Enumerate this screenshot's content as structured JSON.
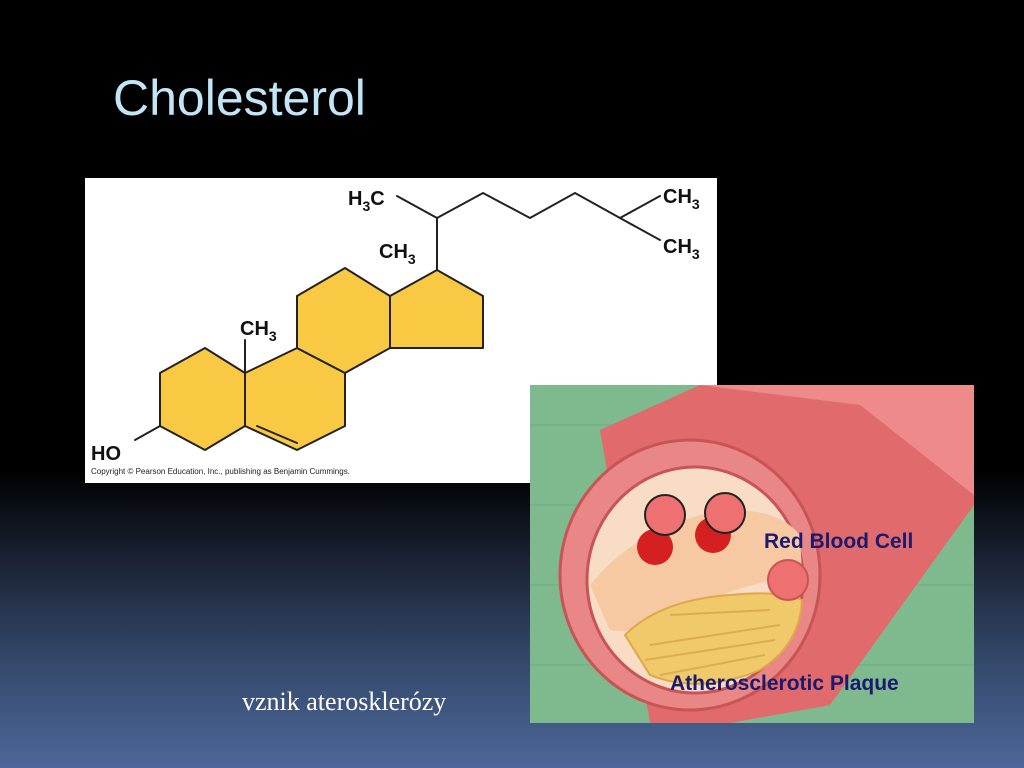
{
  "slide": {
    "title": "Cholesterol",
    "caption": "vznik aterosklerózy"
  },
  "structure": {
    "ho_label": "HO",
    "methyl_main": "CH",
    "methyl_left": "H",
    "methyl_left_c": "C",
    "subscript": "3",
    "copyright": "Copyright © Pearson Education, Inc., publishing as Benjamin Cummings."
  },
  "artery": {
    "red_blood_cell_label": "Red Blood Cell",
    "plaque_label": "Atherosclerotic Plaque"
  },
  "colors": {
    "title": "#c2e6f7",
    "ring_fill": "#f9c943",
    "artery_wall": "#e8686a",
    "background_green": "#7fb98e",
    "label_text": "#1a1a6e"
  }
}
